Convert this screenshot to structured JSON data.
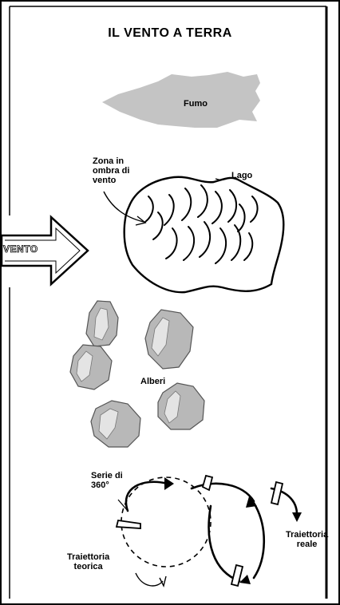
{
  "title": "IL VENTO A TERRA",
  "labels": {
    "smoke": "Fumo",
    "shadow_zone": "Zona in\nombra di\nvento",
    "lake": "Lago",
    "wind": "VENTO",
    "trees": "Alberi",
    "turns": "Serie di\n360°",
    "real_path": "Traiettoria\nreale",
    "theoretical_path": "Traiettoria\nteorica"
  },
  "colors": {
    "frame": "#000000",
    "smoke": "#c4c4c4",
    "rock": "#b8b8b8",
    "rock_highlight": "#e4e4e4",
    "ink": "#000000"
  }
}
